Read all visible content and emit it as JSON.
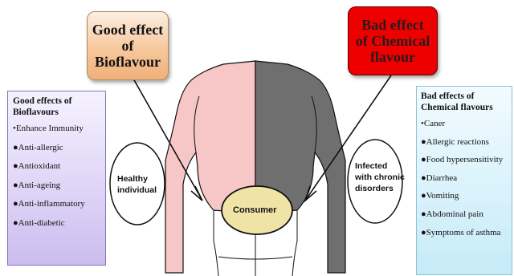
{
  "good_box": {
    "line1": "Good effect",
    "line2": "of",
    "line3": "Bioflavour"
  },
  "bad_box": {
    "line1": "Bad effect",
    "line2": "of Chemical",
    "line3": "flavour"
  },
  "left_panel": {
    "heading_line1": "Good effects of",
    "heading_line2": "Bioflavours",
    "items": [
      "•Enhance Immunity",
      "●Anti-allergic",
      "●Antioxidant",
      "●Anti-ageing",
      "●Anti-inflammatory",
      "●Anti-diabetic"
    ]
  },
  "right_panel": {
    "heading_line1": "Bad effects of",
    "heading_line2": "Chemical flavours",
    "items": [
      "•Caner",
      "●Allergic reactions",
      "●Food hypersensitivity",
      "●Diarrhea",
      "●Vomiting",
      "●Abdominal pain",
      "●Symptoms of asthma"
    ]
  },
  "healthy_label": {
    "line1": "Healthy",
    "line2": "individual"
  },
  "infected_label": {
    "line1": "Infected",
    "line2": "with chronic",
    "line3": "disorders"
  },
  "consumer_label": "Consumer",
  "colors": {
    "good_side": "#f7c6c6",
    "bad_side": "#6f6f6f",
    "consumer_fill": "#efe3a6",
    "good_box": "#f6c89c",
    "bad_box": "#ee0000"
  }
}
